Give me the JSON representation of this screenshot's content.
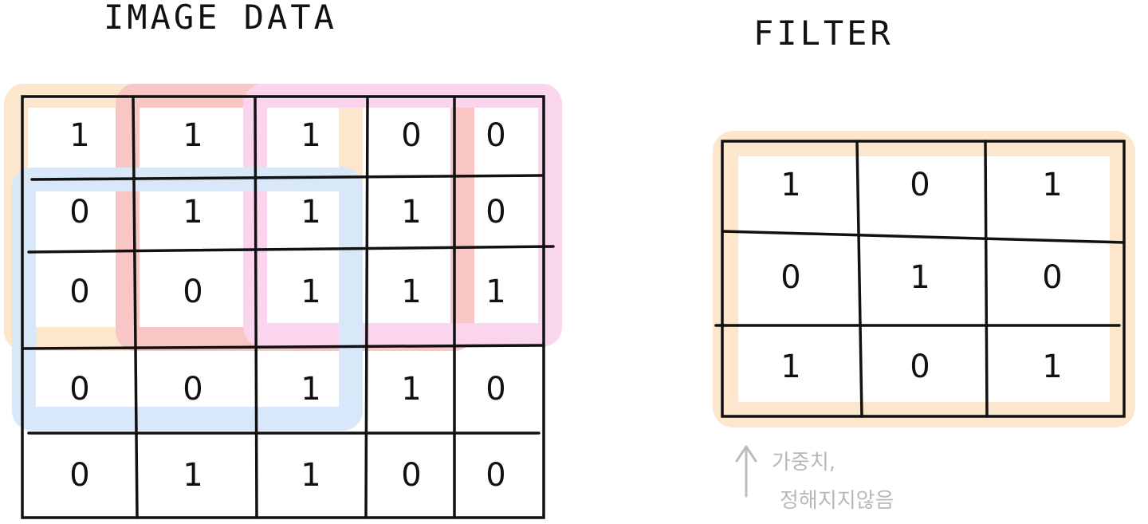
{
  "image_title": "IMAGE DATA",
  "filter_title": "FILTER",
  "image_matrix": [
    [
      "1",
      "1",
      "1",
      "0",
      "0"
    ],
    [
      "0",
      "1",
      "1",
      "1",
      "0"
    ],
    [
      "0",
      "0",
      "1",
      "1",
      "1"
    ],
    [
      "0",
      "0",
      "1",
      "1",
      "0"
    ],
    [
      "0",
      "1",
      "1",
      "0",
      "0"
    ]
  ],
  "filter_matrix": [
    [
      "1",
      "0",
      "1"
    ],
    [
      "0",
      "1",
      "0"
    ],
    [
      "1",
      "0",
      "1"
    ]
  ],
  "note": {
    "line1": "가중치,",
    "line2": "정해지지않음"
  },
  "highlight_colors": {
    "orange": "#f9c98f",
    "red": "#f47f7f",
    "pink": "#f5a3d9",
    "blue": "#a9cdf3"
  }
}
